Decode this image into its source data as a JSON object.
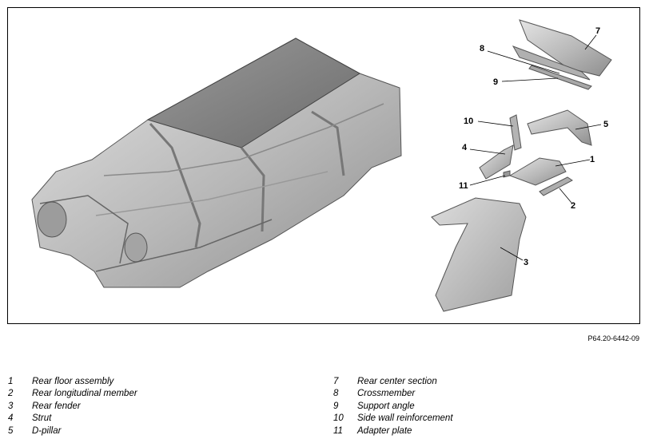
{
  "reference_code": "P64.20-6442-09",
  "callouts": [
    "7",
    "8",
    "9",
    "10",
    "5",
    "4",
    "1",
    "11",
    "2",
    "3"
  ],
  "legend_left": [
    {
      "num": "1",
      "label": "Rear floor assembly"
    },
    {
      "num": "2",
      "label": "Rear longitudinal member"
    },
    {
      "num": "3",
      "label": "Rear fender"
    },
    {
      "num": "4",
      "label": "Strut"
    },
    {
      "num": "5",
      "label": "D-pillar"
    }
  ],
  "legend_right": [
    {
      "num": "7",
      "label": "Rear center section"
    },
    {
      "num": "8",
      "label": "Crossmember"
    },
    {
      "num": "9",
      "label": "Support angle"
    },
    {
      "num": "10",
      "label": "Side wall reinforcement"
    },
    {
      "num": "11",
      "label": "Adapter plate"
    }
  ]
}
